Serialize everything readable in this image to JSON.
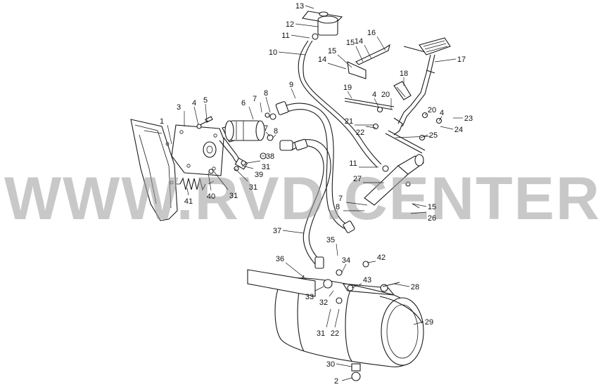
{
  "watermark": "WWW.RVD.CENTER",
  "callouts": [
    {
      "n": "1",
      "label": "1"
    },
    {
      "n": "2",
      "label": "2"
    },
    {
      "n": "3",
      "label": "3"
    },
    {
      "n": "4a",
      "label": "4"
    },
    {
      "n": "5",
      "label": "5"
    },
    {
      "n": "6",
      "label": "6"
    },
    {
      "n": "7a",
      "label": "7"
    },
    {
      "n": "8a",
      "label": "8"
    },
    {
      "n": "7b",
      "label": "7"
    },
    {
      "n": "8b",
      "label": "8"
    },
    {
      "n": "9",
      "label": "9"
    },
    {
      "n": "10",
      "label": "10"
    },
    {
      "n": "11a",
      "label": "11"
    },
    {
      "n": "12",
      "label": "12"
    },
    {
      "n": "13",
      "label": "13"
    },
    {
      "n": "14a",
      "label": "14"
    },
    {
      "n": "15a",
      "label": "15"
    },
    {
      "n": "16",
      "label": "16"
    },
    {
      "n": "14b",
      "label": "14"
    },
    {
      "n": "15b",
      "label": "15"
    },
    {
      "n": "17",
      "label": "17"
    },
    {
      "n": "18",
      "label": "18"
    },
    {
      "n": "19",
      "label": "19"
    },
    {
      "n": "4b",
      "label": "4"
    },
    {
      "n": "20a",
      "label": "20"
    },
    {
      "n": "20b",
      "label": "20"
    },
    {
      "n": "4c",
      "label": "4"
    },
    {
      "n": "23",
      "label": "23"
    },
    {
      "n": "24",
      "label": "24"
    },
    {
      "n": "21",
      "label": "21"
    },
    {
      "n": "22a",
      "label": "22"
    },
    {
      "n": "25",
      "label": "25"
    },
    {
      "n": "11b",
      "label": "11"
    },
    {
      "n": "27",
      "label": "27"
    },
    {
      "n": "7c",
      "label": "7"
    },
    {
      "n": "8c",
      "label": "8"
    },
    {
      "n": "15c",
      "label": "15"
    },
    {
      "n": "26",
      "label": "26"
    },
    {
      "n": "38",
      "label": "38"
    },
    {
      "n": "31a",
      "label": "31"
    },
    {
      "n": "39",
      "label": "39"
    },
    {
      "n": "31b",
      "label": "31"
    },
    {
      "n": "40",
      "label": "40"
    },
    {
      "n": "31c",
      "label": "31"
    },
    {
      "n": "41",
      "label": "41"
    },
    {
      "n": "37",
      "label": "37"
    },
    {
      "n": "35",
      "label": "35"
    },
    {
      "n": "36",
      "label": "36"
    },
    {
      "n": "34",
      "label": "34"
    },
    {
      "n": "42",
      "label": "42"
    },
    {
      "n": "43",
      "label": "43"
    },
    {
      "n": "28",
      "label": "28"
    },
    {
      "n": "33",
      "label": "33"
    },
    {
      "n": "32",
      "label": "32"
    },
    {
      "n": "29",
      "label": "29"
    },
    {
      "n": "31d",
      "label": "31"
    },
    {
      "n": "22b",
      "label": "22"
    },
    {
      "n": "30",
      "label": "30"
    }
  ]
}
